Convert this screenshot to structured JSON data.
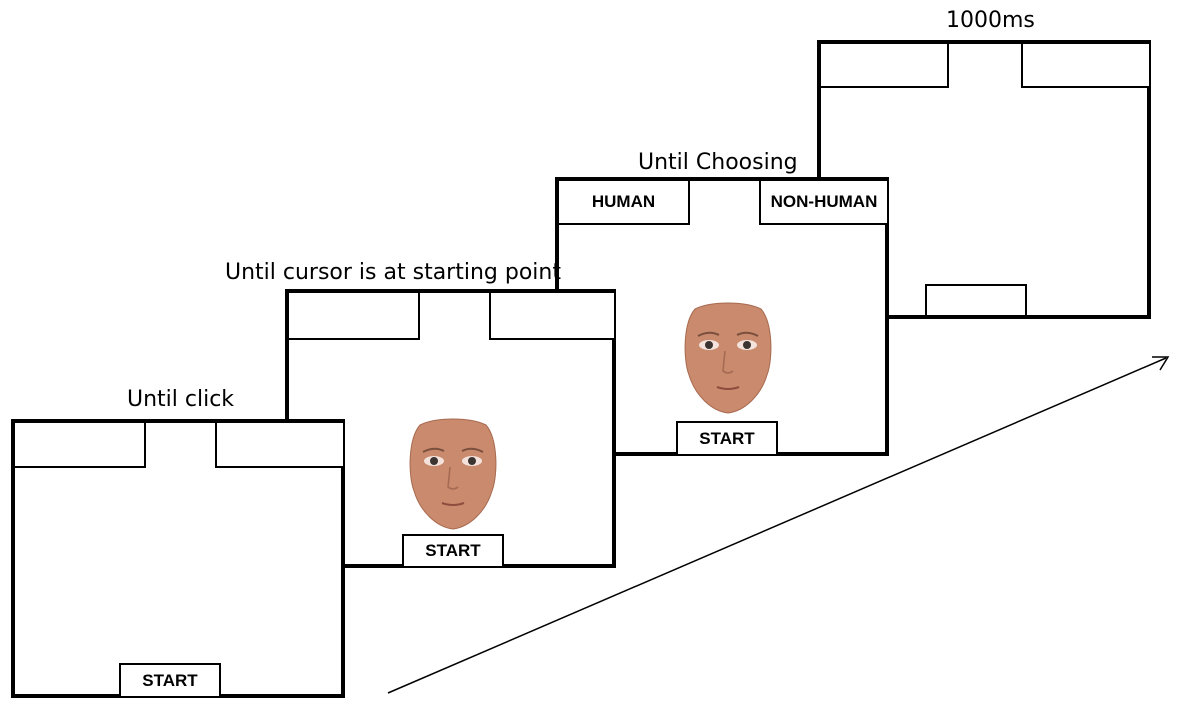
{
  "stages": [
    {
      "caption": "Until click",
      "start_label": "START",
      "left_label": "",
      "right_label": ""
    },
    {
      "caption": "Until cursor is at starting point",
      "start_label": "START",
      "left_label": "",
      "right_label": "",
      "face": "face-stimulus"
    },
    {
      "caption": "Until Choosing",
      "start_label": "START",
      "left_label": "HUMAN",
      "right_label": "NON-HUMAN",
      "face": "face-stimulus"
    },
    {
      "caption": "1000ms",
      "start_label": "",
      "left_label": "",
      "right_label": ""
    }
  ],
  "time_arrow_icon": "arrow-right-icon"
}
